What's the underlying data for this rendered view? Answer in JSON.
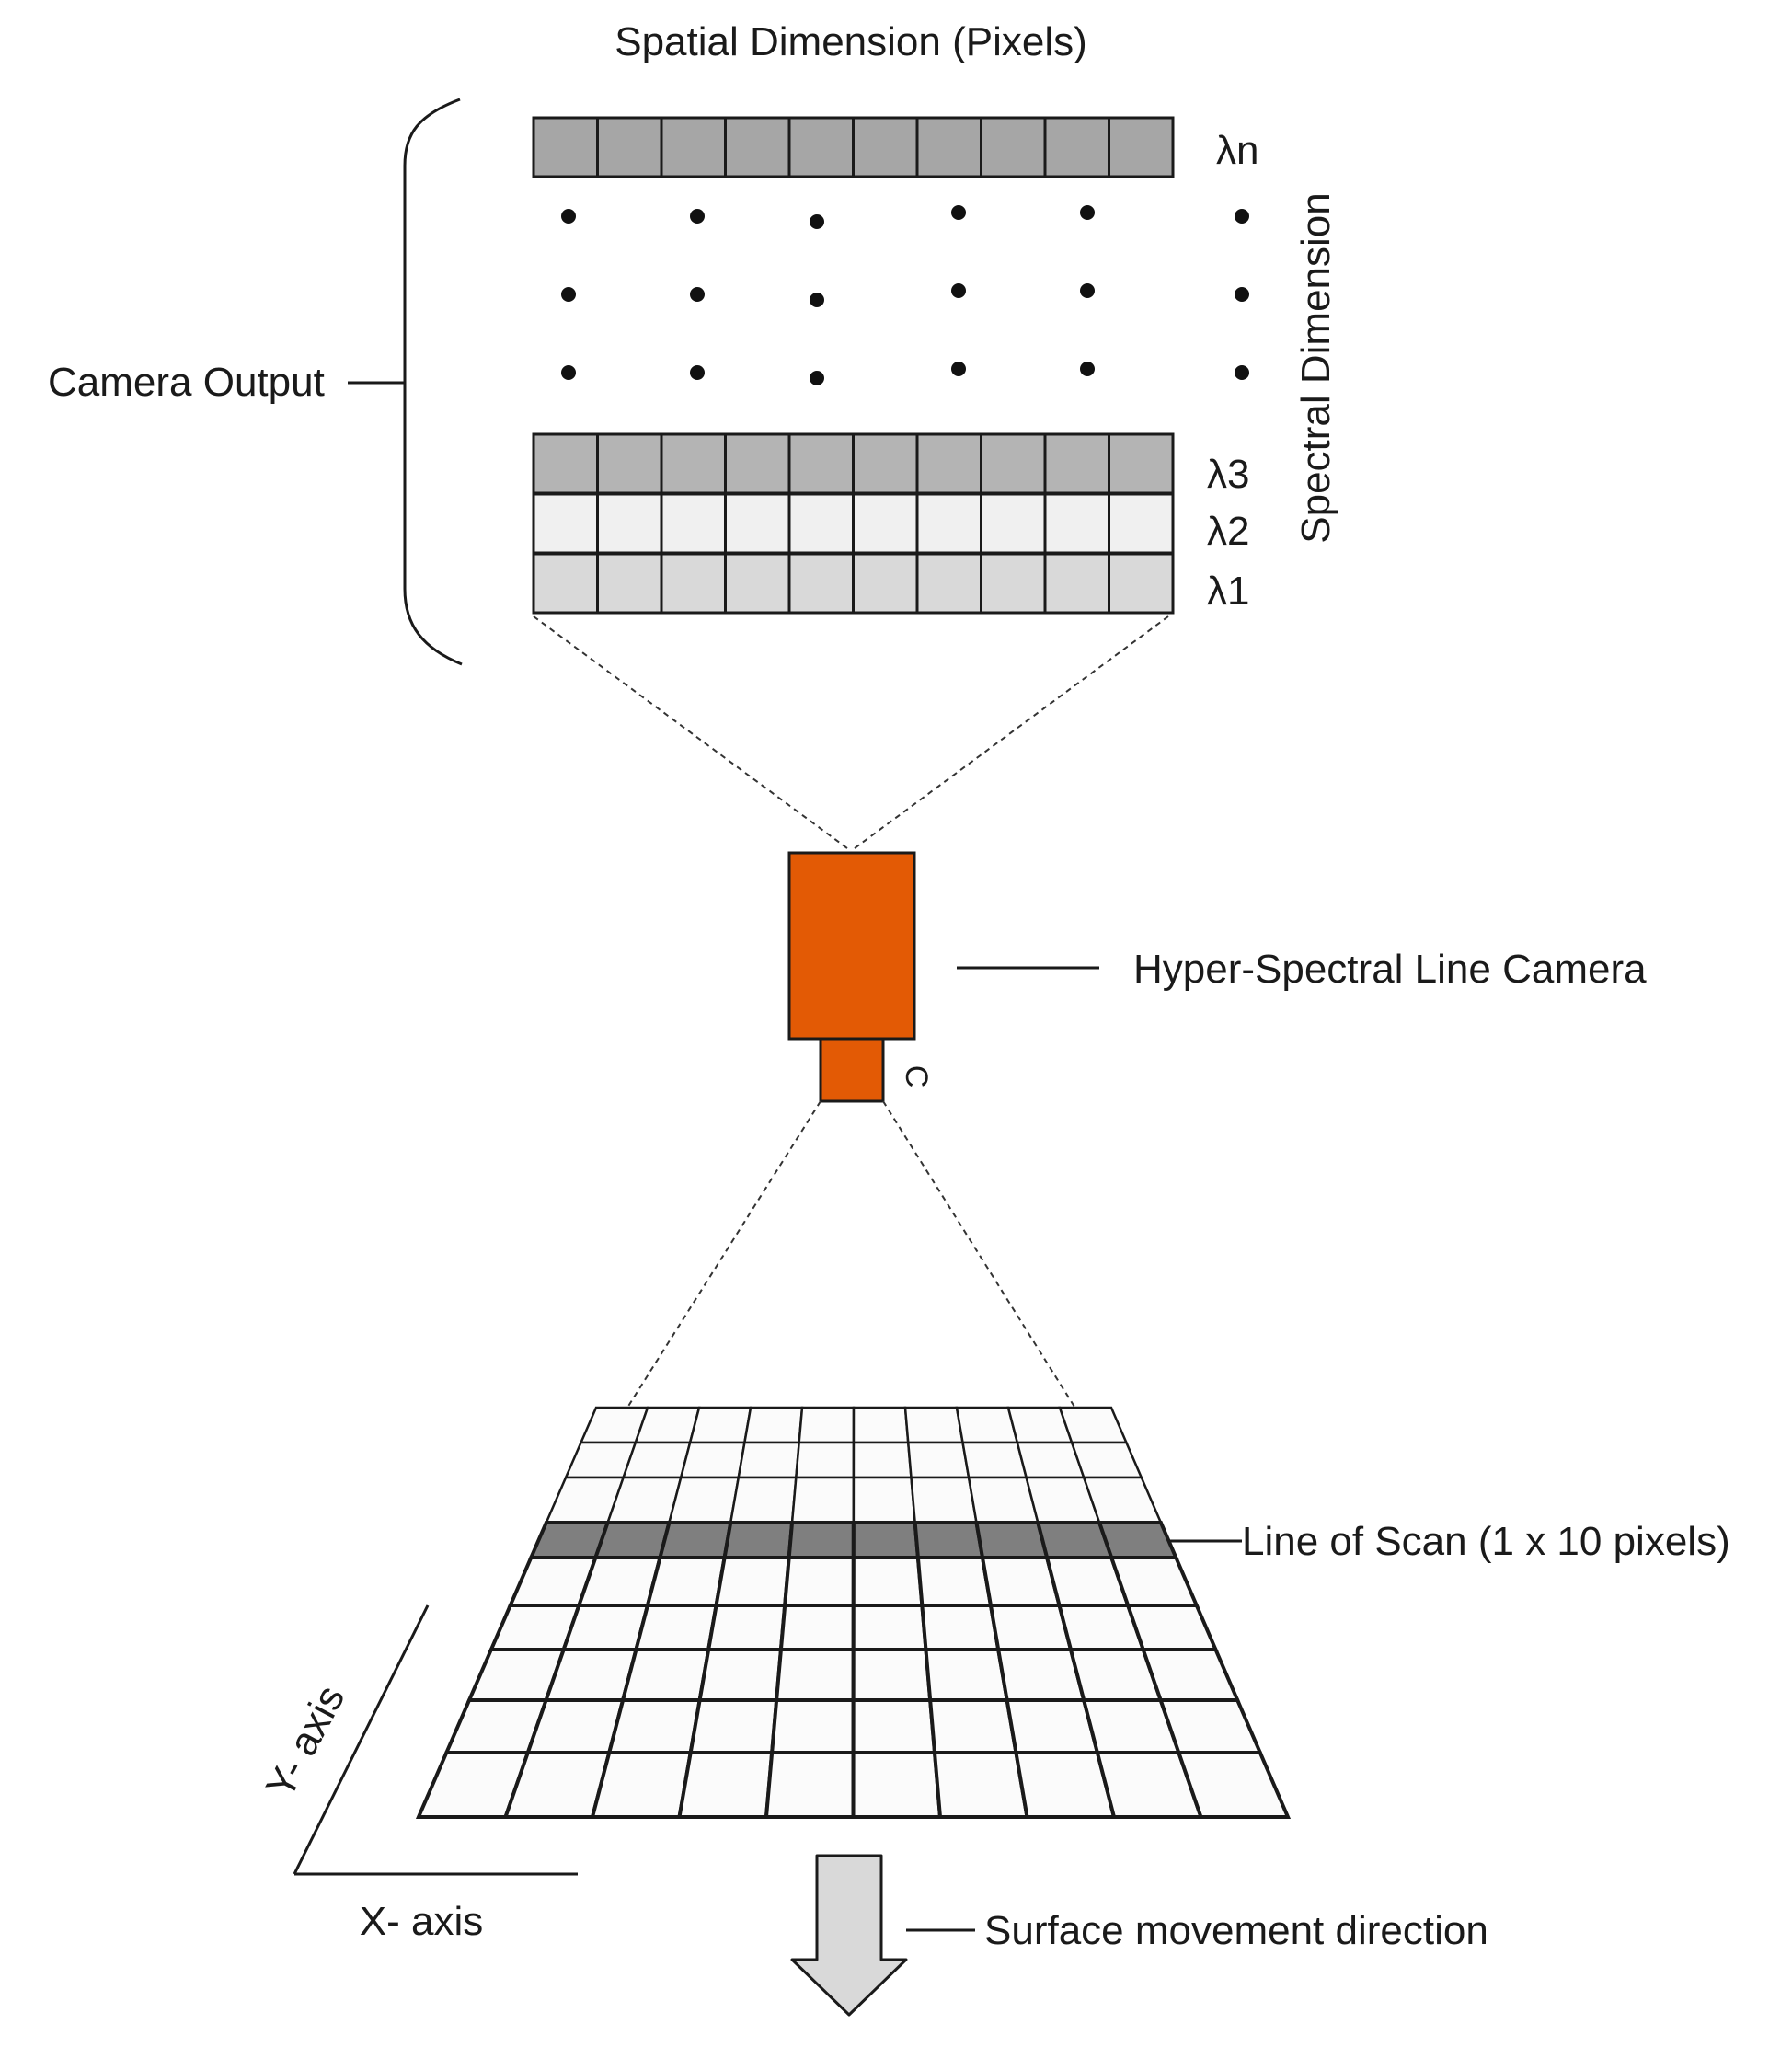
{
  "labels": {
    "spatial_dimension": "Spatial Dimension (Pixels)",
    "spectral_dimension": "Spectral Dimension",
    "camera_output": "Camera Output",
    "camera": "Hyper-Spectral Line Camera",
    "lens_mark": "C",
    "line_of_scan": "Line of Scan (1 x 10 pixels)",
    "y_axis": "Y- axis",
    "x_axis": "X- axis",
    "movement": "Surface movement direction"
  },
  "bands": [
    {
      "label": "λn",
      "color": "#a6a6a6"
    },
    {
      "label": "λ3",
      "color": "#b4b4b4"
    },
    {
      "label": "λ2",
      "color": "#f0f0f0"
    },
    {
      "label": "λ1",
      "color": "#d9d9d9"
    }
  ],
  "pixels_per_line": 10,
  "surface_rows": 8,
  "scan_row_index": 3,
  "colors": {
    "camera": "#e35a05",
    "scan_row": "#7f7f7f",
    "surface_cell": "#fbfbfb",
    "arrow": "#d9d9d9",
    "lens_mark": "#2e5d8c"
  },
  "icons": {
    "camera": "camera-body-icon",
    "arrow": "down-arrow-icon"
  }
}
